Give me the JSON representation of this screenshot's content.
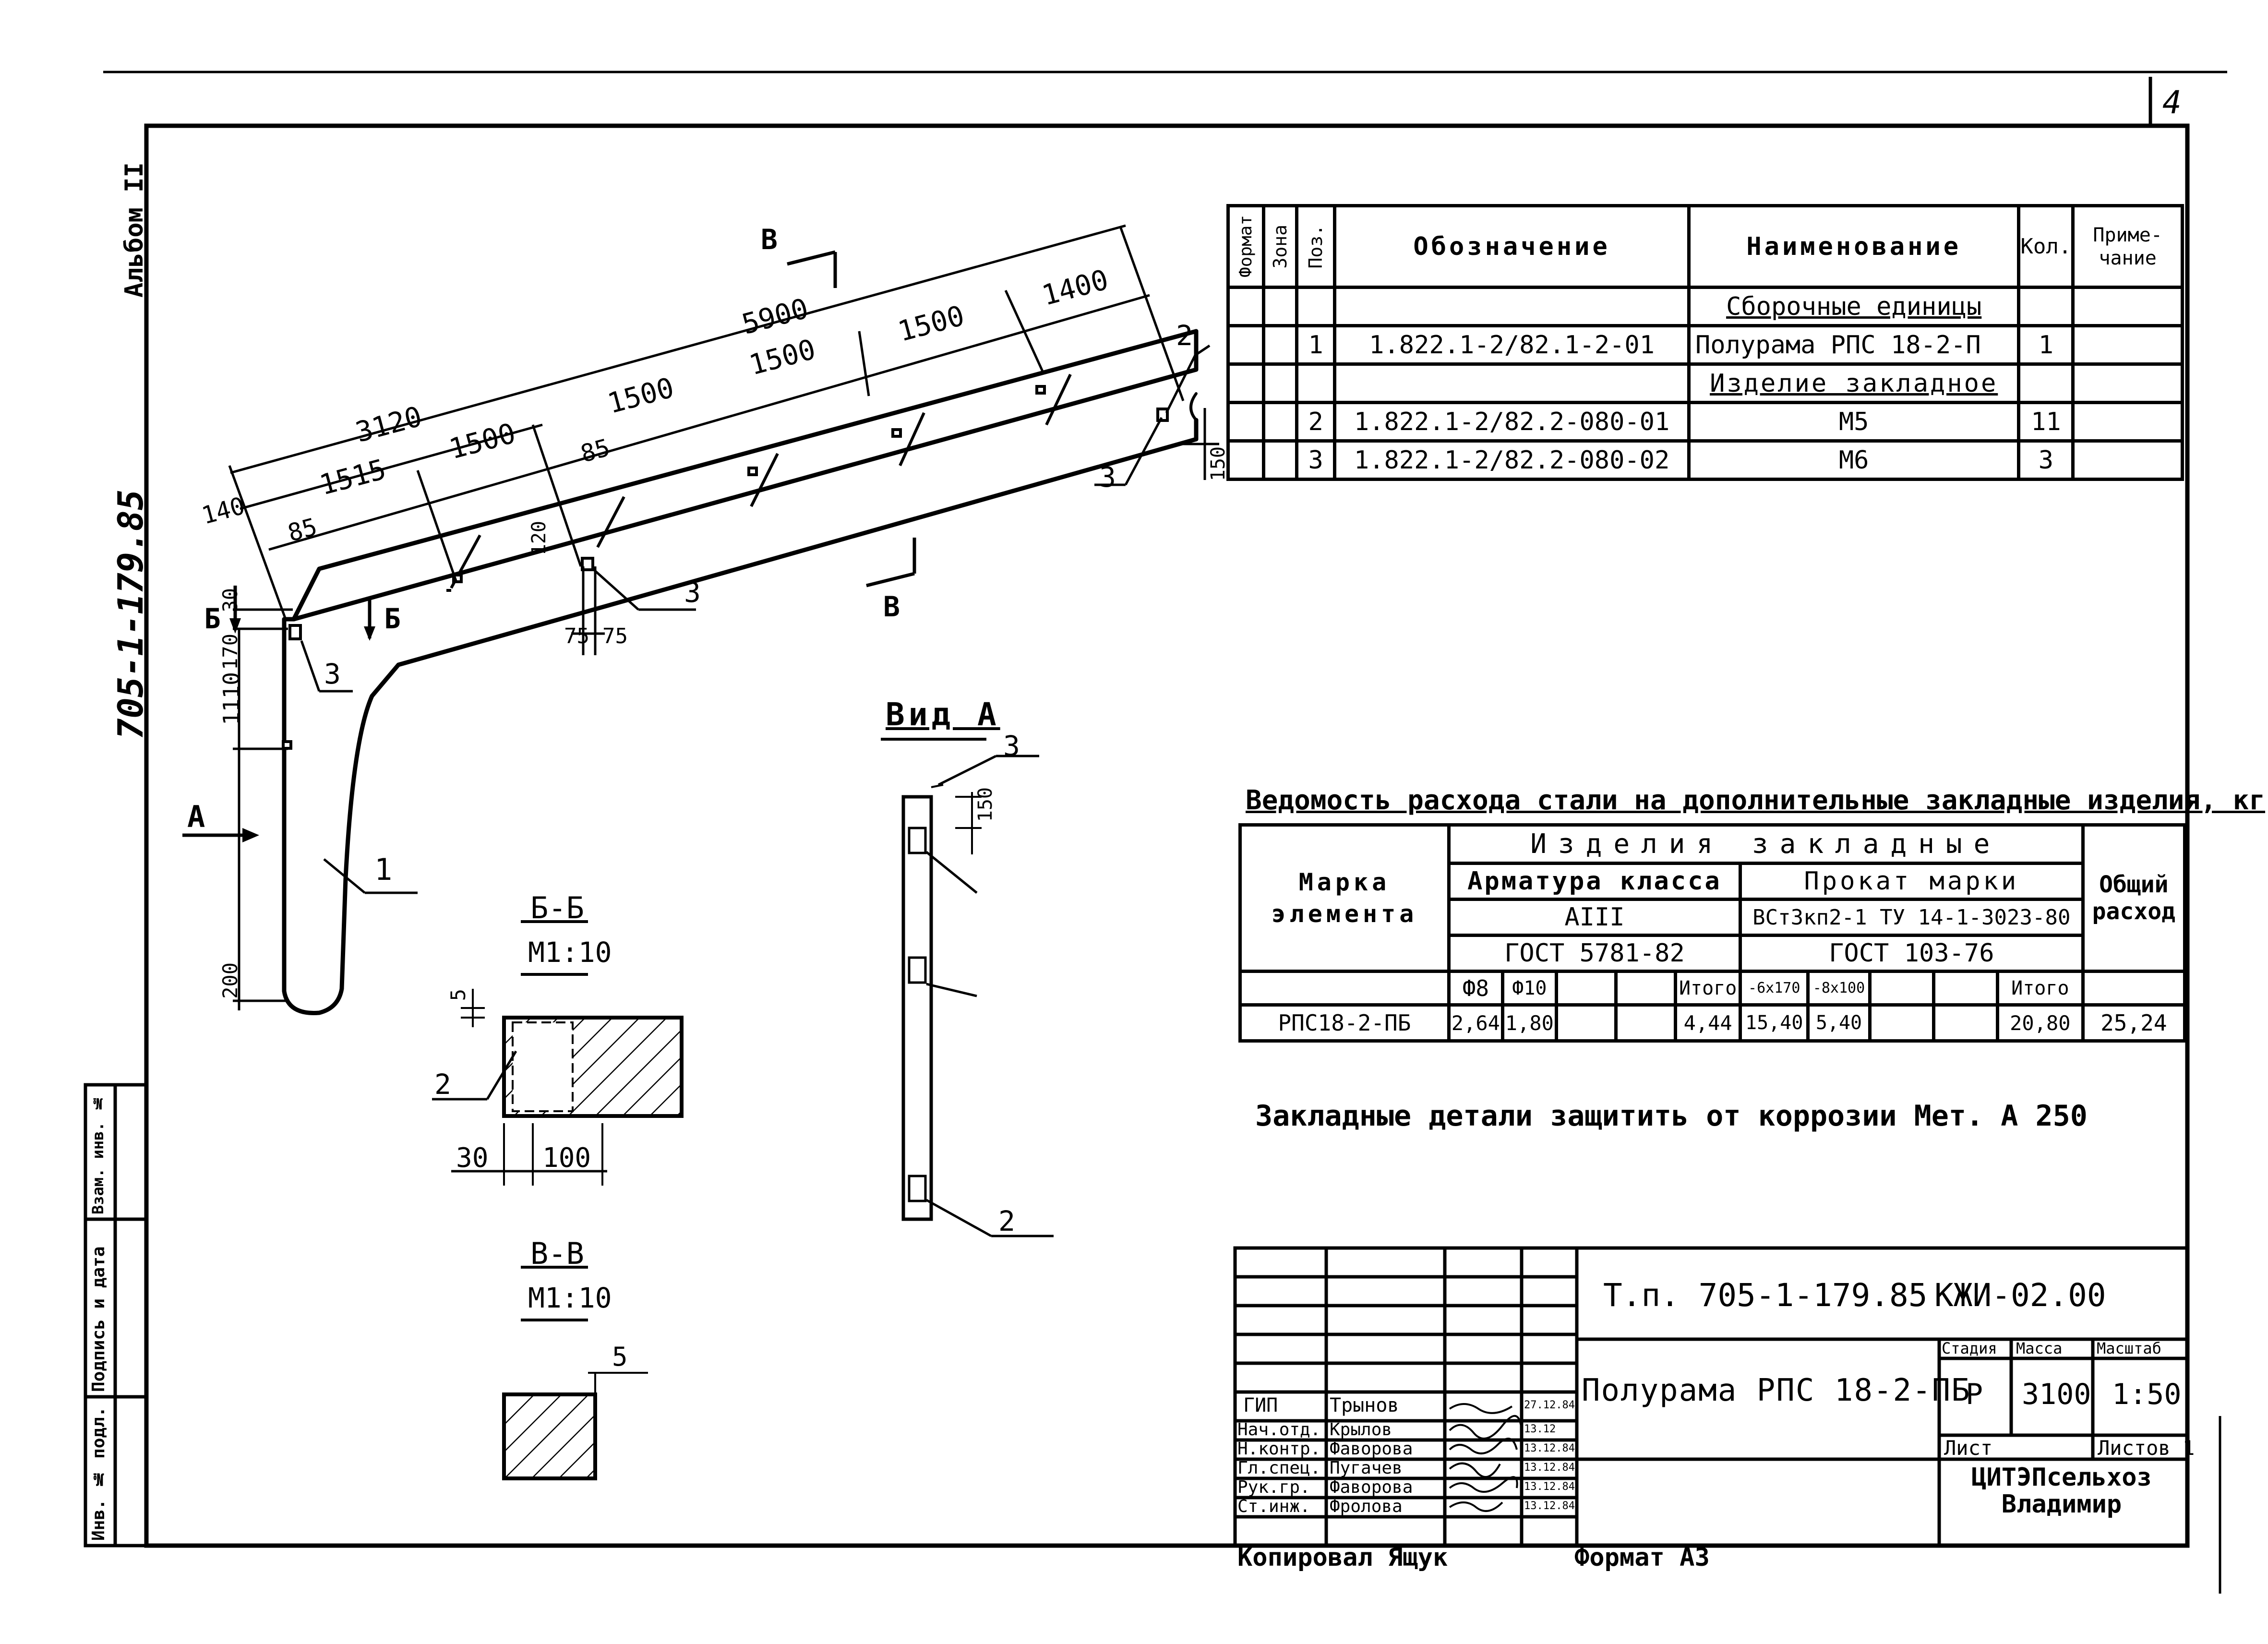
{
  "sheet": {
    "number": "4",
    "album": "Альбом II",
    "code_vertical": "705-1-179.85",
    "format": "Формат А3",
    "copied": "Копировал Ящук"
  },
  "left_stamp": {
    "cells": [
      "Инв. № подл.",
      "Подпись и дата",
      "Взам. инв. №"
    ]
  },
  "spec": {
    "headers": {
      "format": "Формат",
      "zone": "Зона",
      "pos": "Поз.",
      "designation": "Обозначение",
      "name": "Наименование",
      "qty": "Кол.",
      "note": "Приме-чание"
    },
    "rows": [
      {
        "pos": "",
        "designation": "",
        "name": "Сборочные единицы",
        "qty": "",
        "section": true
      },
      {
        "pos": "1",
        "designation": "1.822.1-2/82.1-2-01",
        "name": "Полурама РПС 18-2-П",
        "qty": "1",
        "section": false
      },
      {
        "pos": "",
        "designation": "",
        "name": "Изделие закладное",
        "qty": "",
        "section": true
      },
      {
        "pos": "2",
        "designation": "1.822.1-2/82.2-080-01",
        "name": "М5",
        "qty": "11",
        "section": false
      },
      {
        "pos": "3",
        "designation": "1.822.1-2/82.2-080-02",
        "name": "М6",
        "qty": "3",
        "section": false
      }
    ]
  },
  "drawing": {
    "dims_top": [
      "3120",
      "5900",
      "1400"
    ],
    "dims_mid": [
      "1515",
      "1500",
      "1500",
      "1500",
      "1500"
    ],
    "dims_small": [
      "140",
      "85",
      "85",
      "120",
      "75",
      "75",
      "30",
      "170",
      "1110",
      "200",
      "150"
    ],
    "section_marks": [
      "Б",
      "Б",
      "В",
      "В",
      "А"
    ],
    "callouts": [
      "1",
      "2",
      "3",
      "3",
      "3"
    ]
  },
  "view_a": {
    "title": "Вид А",
    "dim": "150",
    "callouts": [
      "3",
      "2"
    ]
  },
  "section_bb": {
    "title": "Б-Б",
    "scale": "М1:10",
    "dims": [
      "5",
      "30",
      "100"
    ],
    "callout": "2"
  },
  "section_vv": {
    "title": "В-В",
    "scale": "М1:10",
    "dim": "5"
  },
  "steel": {
    "title": "Ведомость расхода стали на дополнительные закладные изделия, кг",
    "h_items": "Изделия закладные",
    "h_mark": "Марка элемента",
    "h_armature": "Арматура класса",
    "h_armature_class": "АIII",
    "h_armature_gost": "ГОСТ 5781-82",
    "h_rolled": "Прокат марки",
    "h_rolled_grade": "ВСт3кп2-1 ТУ 14-1-3023-80",
    "h_rolled_gost": "ГОСТ 103-76",
    "h_total": "Общий расход",
    "sub": [
      "Ф8",
      "Ф10",
      "",
      "",
      "Итого",
      "-6х170",
      "-8х100",
      "",
      "",
      "Итого"
    ],
    "row": [
      "РПС18-2-ПБ",
      "2,64",
      "1,80",
      "",
      "",
      "4,44",
      "15,40",
      "5,40",
      "",
      "",
      "20,80",
      "25,24"
    ]
  },
  "note": "Закладные детали защитить от коррозии Мет. А 250",
  "title_block": {
    "project": "Т.п. 705-1-179.85",
    "doc_code": "КЖИ-02.00",
    "name": "Полурама РПС 18-2-ПБ",
    "h_stage": "Стадия",
    "h_mass": "Масса",
    "h_scale": "Масштаб",
    "stage": "Р",
    "mass": "3100",
    "scale": "1:50",
    "sheet": "Лист",
    "sheets": "Листов 1",
    "org": "ЦИТЭПсельхоз Владимир",
    "people": [
      {
        "role": "ГИП",
        "name": "Трынов",
        "date": "27.12.84"
      },
      {
        "role": "Нач.отд.",
        "name": "Крылов",
        "date": "13.12"
      },
      {
        "role": "Н.контр.",
        "name": "Фаворова",
        "date": "13.12.84"
      },
      {
        "role": "Гл.спец.",
        "name": "Пугачев",
        "date": "13.12.84"
      },
      {
        "role": "Рук.гр.",
        "name": "Фаворова",
        "date": "13.12.84"
      },
      {
        "role": "Ст.инж.",
        "name": "Фролова",
        "date": "13.12.84"
      }
    ]
  }
}
